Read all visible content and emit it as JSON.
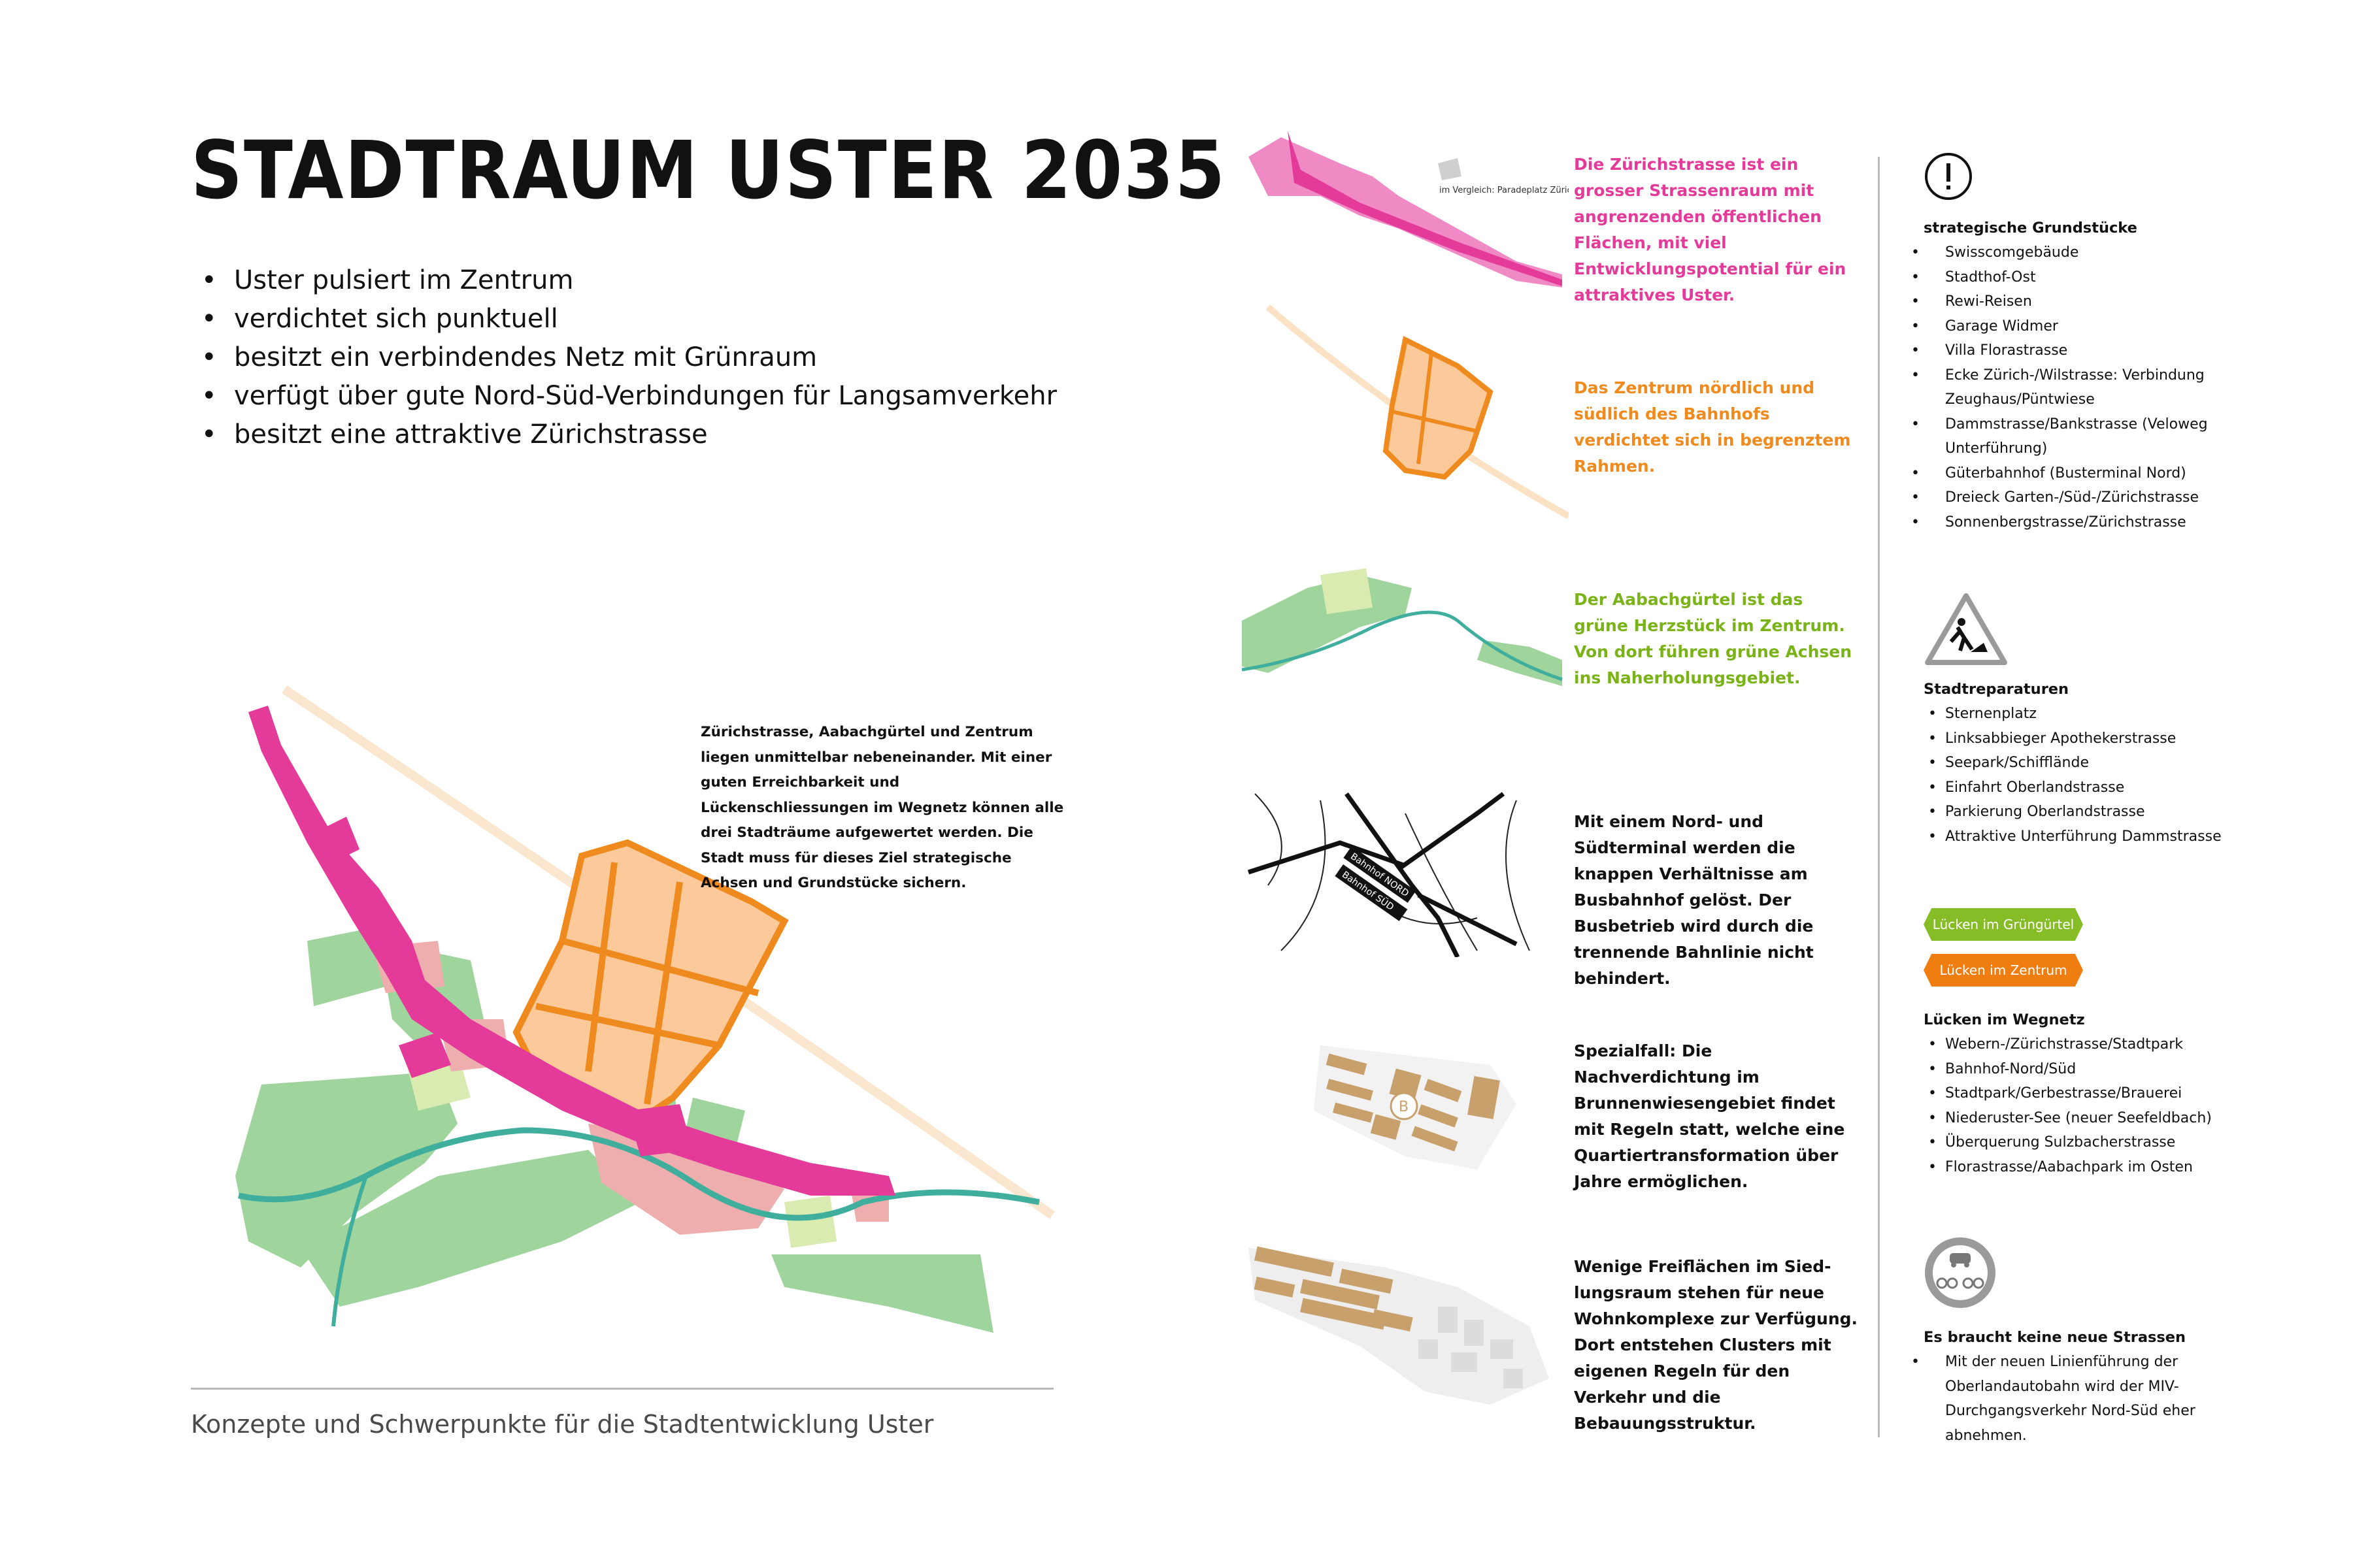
{
  "title": "STADTRAUM USTER 2035",
  "intro_bullets": [
    "Uster pulsiert im Zentrum",
    "verdichtet sich punktuell",
    "besitzt ein verbindendes Netz mit Grünraum",
    "verfügt über gute Nord-Süd-Verbindungen für Langsamverkehr",
    "besitzt eine attraktive Zürichstrasse"
  ],
  "map_note": "Zürichstrasse, Aabachgürtel und Zentrum liegen unmittelbar nebeneinander. Mit einer guten Erreichbarkeit und Lückenschliessungen im Wegnetz können alle drei Stadträume aufge­wertet werden. Die Stadt muss für dieses Ziel strategische Achsen und Grundstücke sichern.",
  "footer_caption": "Konzepte und Schwerpunkte für die Stadtentwicklung Uster",
  "colors": {
    "magenta": "#e43b9a",
    "orange": "#ef8a1e",
    "green": "#7ab317",
    "park_green": "#9fd49c",
    "creek": "#3fae9c",
    "rose": "#eeaeae",
    "tan": "#c8a06b"
  },
  "concepts": [
    {
      "text": "Die Zürichstrasse ist ein grosser Strassenraum mit angrenzenden öffentlichen Flächen, mit viel Entwicklungspotential für ein attraktives Uster.",
      "color": "#e43b9a",
      "inset_label": "im Vergleich: Paradeplatz Zürich"
    },
    {
      "text": "Das Zentrum nördlich und südlich des Bahnhofs verdichtet sich in begrenztem Rahmen.",
      "color": "#ef8a1e"
    },
    {
      "text": "Der Aabachgürtel ist das grüne Herzstück im Zentrum. Von dort führen grüne Achsen ins Naher­holungsgebiet.",
      "color": "#7ab317"
    },
    {
      "text": "Mit einem Nord- und Südterminal werden die knappen Verhältnis­se am Busbahnhof gelöst. Der Busbetrieb wird durch die tren­nende Bahnlinie nicht behindert.",
      "color": "#111111",
      "label_nord": "Bahnhof NORD",
      "label_sued": "Bahnhof SÜD"
    },
    {
      "text": "Spezialfall: Die Nachverdichtung im Brunnenwiesengebiet findet mit Regeln statt, welche eine Quartiertransformation über Jahre ermöglichen.",
      "color": "#111111",
      "marker": "B"
    },
    {
      "text": "Wenige Freiflächen im Sied­lungsraum stehen für neue Wohnkomplexe zur Verfügung. Dort entstehen Clusters mit eigenen Regeln für den Verkehr und die Bebauungsstruktur.",
      "color": "#111111"
    }
  ],
  "sidebar": {
    "strategic": {
      "icon": "exclamation-icon",
      "heading": "strategische Grundstücke",
      "items": [
        "Swisscomgebäude",
        "Stadthof-Ost",
        "Rewi-Reisen",
        "Garage Widmer",
        "Villa Florastrasse",
        "Ecke Zürich-/Wilstrasse: Verbindung Zeughaus/Püntwiese",
        "Dammstrasse/Bankstrasse (Veloweg Unterführung)",
        "Güterbahnhof (Busterminal Nord)",
        "Dreieck Garten-/Süd-/Zürichstrasse",
        "Sonnenbergstrasse/Zürichstrasse"
      ]
    },
    "repairs": {
      "icon": "roadworks-sign-icon",
      "heading": "Stadtreparaturen",
      "items": [
        "Sternenplatz",
        "Linksabbieger Apothekerstrasse",
        "Seepark/Schifflände",
        "Einfahrt Oberlandstrasse",
        "Parkierung Oberlandstrasse",
        "Attraktive Unterführung Dammstrasse"
      ]
    },
    "tags": [
      {
        "label": "Lücken im Grüngürtel",
        "color": "#86bc25"
      },
      {
        "label": "Lücken im Zentrum",
        "color": "#ef7d0f"
      }
    ],
    "gaps": {
      "heading": "Lücken im Wegnetz",
      "items": [
        "Webern-/Zürichstrasse/Stadtpark",
        "Bahnhof-Nord/Süd",
        "Stadtpark/Gerbestrasse/Brauerei",
        "Niederuster-See (neuer Seefeldbach)",
        "Überquerung Sulzbacherstrasse",
        "Florastrasse/Aabachpark im Osten"
      ]
    },
    "no_roads": {
      "icon": "no-motor-vehicles-sign-icon",
      "heading": "Es braucht keine neue Strassen",
      "items": [
        "Mit der neuen Linienführung der Oberlandautobahn wird der MIV-Durchgangsverkehr Nord-Süd eher abnehmen."
      ]
    }
  }
}
